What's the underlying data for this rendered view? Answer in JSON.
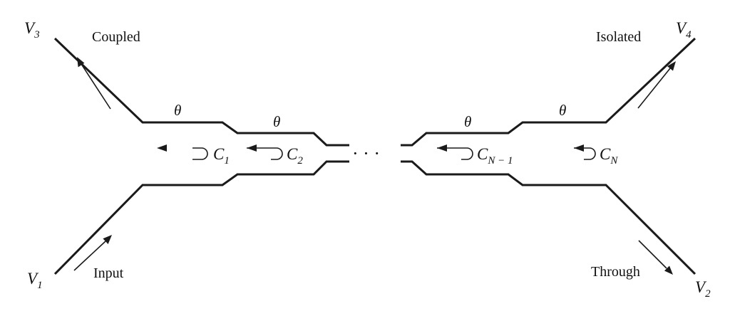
{
  "ports": {
    "v3": {
      "symbol": "V",
      "sub": "3"
    },
    "v4": {
      "symbol": "V",
      "sub": "4"
    },
    "v1": {
      "symbol": "V",
      "sub": "1"
    },
    "v2": {
      "symbol": "V",
      "sub": "2"
    }
  },
  "labels": {
    "coupled": "Coupled",
    "isolated": "Isolated",
    "input": "Input",
    "through": "Through"
  },
  "sections": {
    "theta": "θ",
    "ellipsis": "· · ·"
  },
  "coefficients": [
    {
      "symbol": "C",
      "sub": "1"
    },
    {
      "symbol": "C",
      "sub": "2"
    },
    {
      "symbol": "C",
      "sub": "N − 1"
    },
    {
      "symbol": "C",
      "sub": "N"
    }
  ]
}
